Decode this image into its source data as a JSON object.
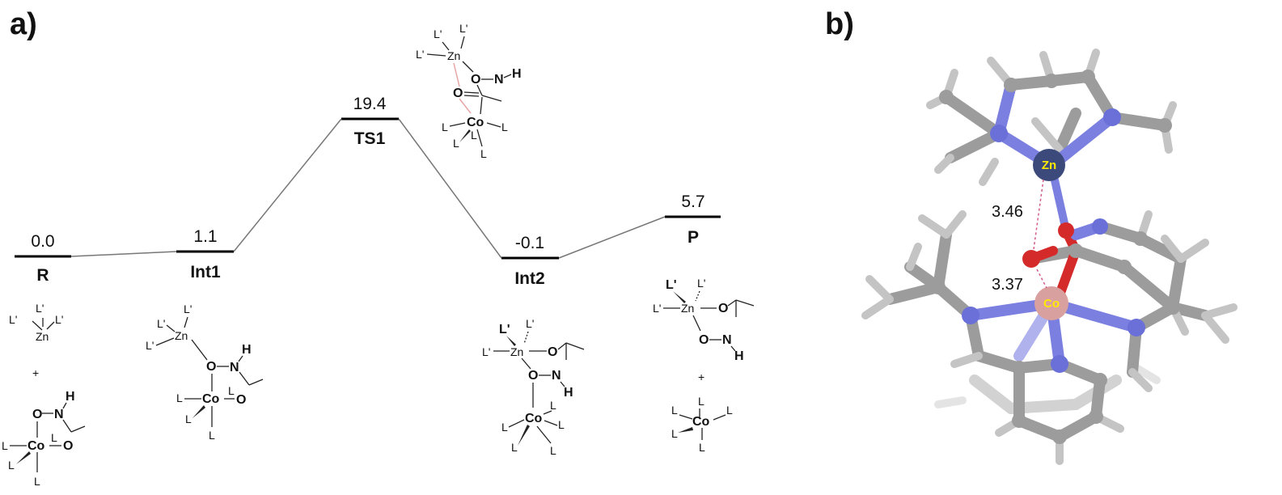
{
  "panel_a": {
    "label": "a)",
    "states": [
      {
        "id": "R",
        "name": "R",
        "energy": "0.0"
      },
      {
        "id": "Int1",
        "name": "Int1",
        "energy": "1.1"
      },
      {
        "id": "TS1",
        "name": "TS1",
        "energy": "19.4"
      },
      {
        "id": "Int2",
        "name": "Int2",
        "energy": "-0.1"
      },
      {
        "id": "P",
        "name": "P",
        "energy": "5.7"
      }
    ],
    "labels": {
      "L": "L",
      "Lp": "L'",
      "Zn": "Zn",
      "Co": "Co",
      "O": "O",
      "N": "N",
      "H": "H",
      "plus": "+"
    }
  },
  "panel_b": {
    "label": "b)",
    "atom_labels": {
      "zn": "Zn",
      "co": "Co"
    },
    "distances": {
      "zn_o": "3.46",
      "co_o": "3.37"
    },
    "colors": {
      "carbon": "#9c9c9c",
      "hydrogen": "#c4c4c4",
      "nitrogen": "#7b7fe0",
      "oxygen": "#d42a2a",
      "zinc": "#3b4a7a",
      "cobalt": "#d9a0a0"
    }
  }
}
